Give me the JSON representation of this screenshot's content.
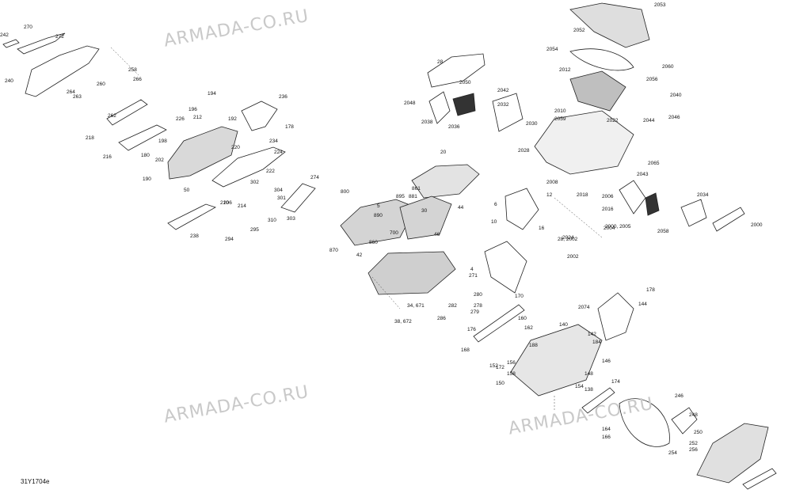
{
  "watermark": "ARMADA-CO.RU",
  "diagram_code": "31Y1704e",
  "part_labels": [
    "242",
    "270",
    "272",
    "240",
    "258",
    "266",
    "260",
    "264",
    "263",
    "262",
    "218",
    "216",
    "194",
    "196",
    "212",
    "192",
    "236",
    "178",
    "226",
    "198",
    "202",
    "220",
    "224",
    "234",
    "222",
    "210",
    "214",
    "302",
    "304",
    "301",
    "274",
    "310",
    "303",
    "190",
    "50",
    "180",
    "238",
    "206",
    "294",
    "295",
    "20",
    "800",
    "861",
    "895",
    "890",
    "881",
    "860",
    "870",
    "700",
    "42",
    "46",
    "44",
    "5",
    "30",
    "28",
    "2050",
    "2048",
    "2038",
    "2036",
    "2042",
    "2032",
    "2030",
    "2028",
    "2053",
    "2052",
    "2054",
    "2012",
    "2060",
    "2056",
    "2040",
    "2046",
    "2044",
    "2022",
    "2010",
    "2059",
    "2065",
    "2008",
    "2018",
    "2016",
    "2006",
    "2043",
    "2034",
    "2024",
    "2002",
    "2004",
    "2000",
    "2058",
    "2074",
    "140",
    "142",
    "144",
    "176",
    "168",
    "170",
    "172",
    "156",
    "154",
    "150",
    "138",
    "148",
    "146",
    "174",
    "164",
    "166",
    "246",
    "248",
    "250",
    "252",
    "254",
    "256",
    "12",
    "10",
    "16",
    "6",
    "4",
    "178",
    "184",
    "188",
    "160",
    "162",
    "152",
    "158",
    "271",
    "278",
    "279",
    "280",
    "286",
    "282",
    "34, 671",
    "38, 672",
    "28, 2002",
    "2000, 2005"
  ]
}
